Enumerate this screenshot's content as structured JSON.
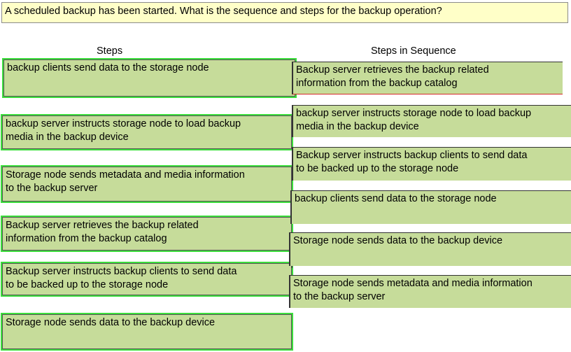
{
  "question": "A scheduled backup has been started. What is the sequence and steps for the backup operation?",
  "columns": {
    "steps": "Steps",
    "sequence": "Steps in Sequence"
  },
  "steps": [
    {
      "lines": [
        "backup clients send data to the storage node"
      ]
    },
    {
      "lines": [
        "backup server instructs storage node to load backup",
        "media in the backup device"
      ]
    },
    {
      "lines": [
        " Storage node sends metadata and media information",
        "to the backup server"
      ]
    },
    {
      "lines": [
        "Backup server retrieves the backup related",
        "information from the backup catalog"
      ]
    },
    {
      "lines": [
        "Backup server instructs backup clients to send data",
        "to be backed up to the storage node"
      ]
    },
    {
      "lines": [
        "Storage node sends data to the backup device"
      ]
    }
  ],
  "sequence": [
    {
      "lines": [
        "Backup server retrieves the backup related",
        "information from the backup catalog"
      ]
    },
    {
      "lines": [
        "backup server instructs storage node to load backup",
        "media in the backup device"
      ]
    },
    {
      "lines": [
        " Backup server instructs backup clients to send data",
        "to be backed up to the storage node"
      ]
    },
    {
      "lines": [
        "backup clients send data to the storage node"
      ]
    },
    {
      "lines": [
        "Storage node sends data to the backup device"
      ]
    },
    {
      "lines": [
        " Storage node sends metadata and media information",
        "to the backup server"
      ]
    }
  ]
}
